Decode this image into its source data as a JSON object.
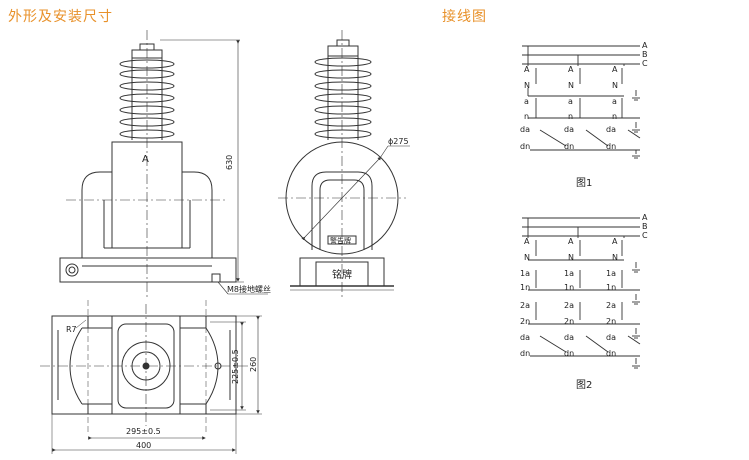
{
  "headings": {
    "dimensions": "外形及安装尺寸",
    "wiring": "接线图"
  },
  "colors": {
    "heading": "#e8912a",
    "line": "#333333"
  },
  "front_view": {
    "terminal_label": "A",
    "height_dim": "630",
    "ground_bolt": "M8接地螺丝"
  },
  "side_view": {
    "diameter_dim": "ϕ275",
    "warning_plate": "警告牌",
    "nameplate": "铭牌"
  },
  "top_view": {
    "radius": "R7",
    "dim_225": "225±0.5",
    "dim_260": "260",
    "dim_295": "295±0.5",
    "dim_400": "400"
  },
  "figure1": {
    "caption": "图1",
    "phases": [
      "A",
      "B",
      "C"
    ],
    "primary": [
      "A",
      "N"
    ],
    "secondary": [
      "a",
      "n"
    ],
    "residual": [
      "da",
      "dn"
    ]
  },
  "figure2": {
    "caption": "图2",
    "phases": [
      "A",
      "B",
      "C"
    ],
    "primary": [
      "A",
      "N"
    ],
    "secondary1": [
      "1a",
      "1n"
    ],
    "secondary2": [
      "2a",
      "2n"
    ],
    "residual": [
      "da",
      "dn"
    ]
  }
}
